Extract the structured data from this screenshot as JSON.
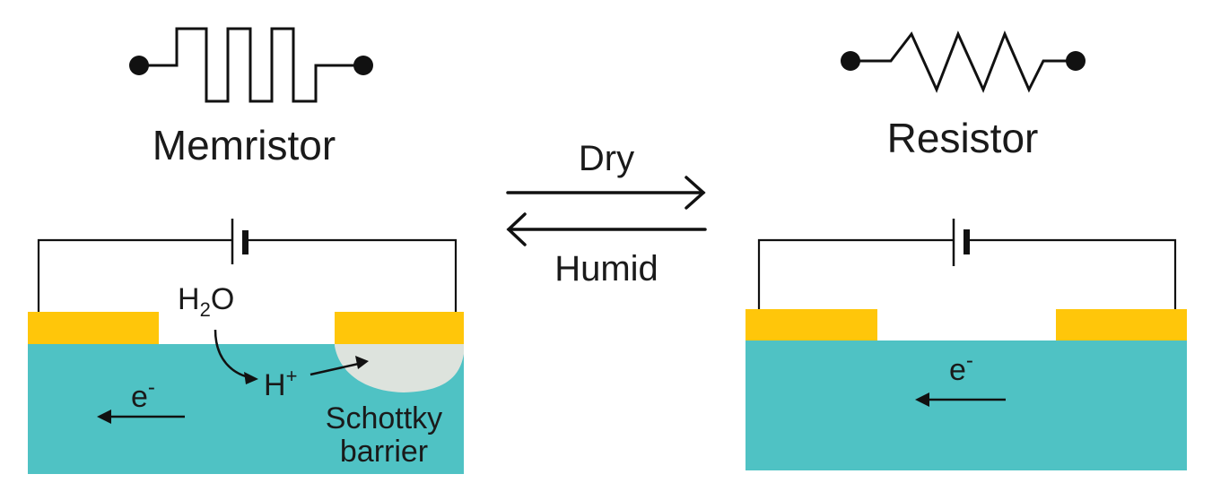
{
  "colors": {
    "substrate": "#4fc2c4",
    "electrode": "#ffc60a",
    "barrier": "#dde3dd",
    "wire": "#1a1a1a"
  },
  "left": {
    "title": "Memristor",
    "water_main": "H",
    "water_sub": "2",
    "water_tail": "O",
    "proton_main": "H",
    "proton_sup": "+",
    "electron_main": "e",
    "electron_sup": "-",
    "barrier_line1": "Schottky",
    "barrier_line2": "barrier"
  },
  "middle": {
    "forward_label": "Dry",
    "reverse_label": "Humid"
  },
  "right": {
    "title": "Resistor",
    "electron_main": "e",
    "electron_sup": "-"
  }
}
